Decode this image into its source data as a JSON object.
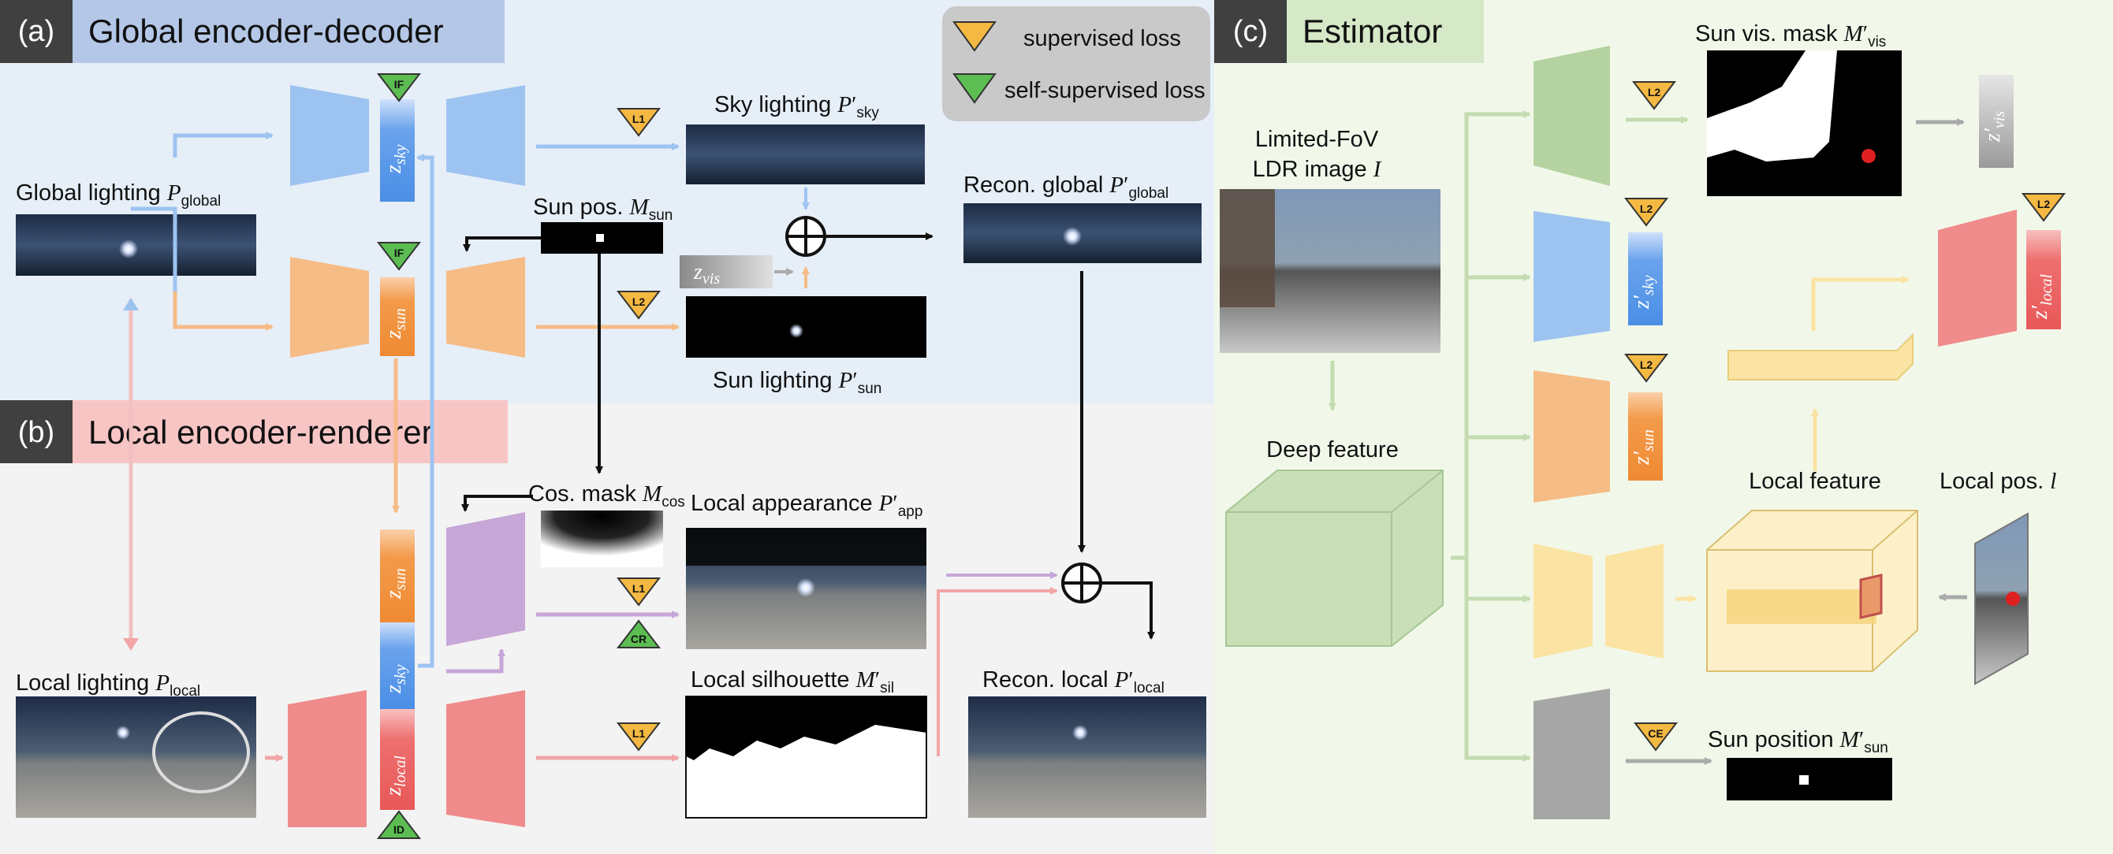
{
  "sections": {
    "a": {
      "tag": "(a)",
      "title": "Global encoder-decoder"
    },
    "b": {
      "tag": "(b)",
      "title": "Local encoder-renderer"
    },
    "c": {
      "tag": "(c)",
      "title": "Estimator"
    }
  },
  "legend": {
    "supervised": "supervised loss",
    "self_supervised": "self-supervised loss"
  },
  "labels": {
    "global_lighting": "Global lighting ",
    "global_lighting_sym": "P",
    "global_lighting_sub": "global",
    "sky_lighting": "Sky lighting ",
    "sky_sub": "sky",
    "sun_lighting": "Sun lighting ",
    "sun_sub": "sun",
    "sun_pos": "Sun pos. ",
    "sun_pos_sym": "M",
    "recon_global": "Recon. global ",
    "cos_mask": "Cos. mask ",
    "cos_sub": "cos",
    "local_appearance": "Local appearance ",
    "app_sub": "app",
    "local_silhouette": "Local silhouette ",
    "sil_sub": "sil",
    "local_lighting": "Local lighting ",
    "local_sub": "local",
    "recon_local": "Recon. local ",
    "limited_fov_1": "Limited-FoV",
    "limited_fov_2": "LDR image ",
    "limited_fov_sym": "I",
    "deep_feature": "Deep feature",
    "sun_vis_mask": "Sun vis. mask ",
    "vis_sub": "vis",
    "local_feature": "Local feature",
    "local_pos": "Local pos. ",
    "local_pos_sym": "l",
    "sun_position": "Sun position "
  },
  "latents": {
    "z": "z",
    "sky": "sky",
    "sun": "sun",
    "local": "local",
    "vis": "vis"
  },
  "loss_tags": {
    "if": "IF",
    "l1": "L1",
    "l2": "L2",
    "cr": "CR",
    "id": "ID",
    "ce": "CE"
  },
  "colors": {
    "panel_a": "#e6eef8",
    "panel_b": "#f3f3f3",
    "panel_c": "#f1f8ea",
    "title_a": "#b4c7e7",
    "title_b": "#f8c5c5",
    "title_c": "#d5e8c7",
    "sky_blue": "#9dc3f0",
    "sun_orange": "#f6bc86",
    "local_red": "#ef8b8b",
    "render_purple": "#c7a6d8",
    "est_green": "#b5d3a0",
    "feat_yellow": "#fbe3a3",
    "supervised": "#f4b942",
    "self_supervised": "#5cbd52"
  }
}
